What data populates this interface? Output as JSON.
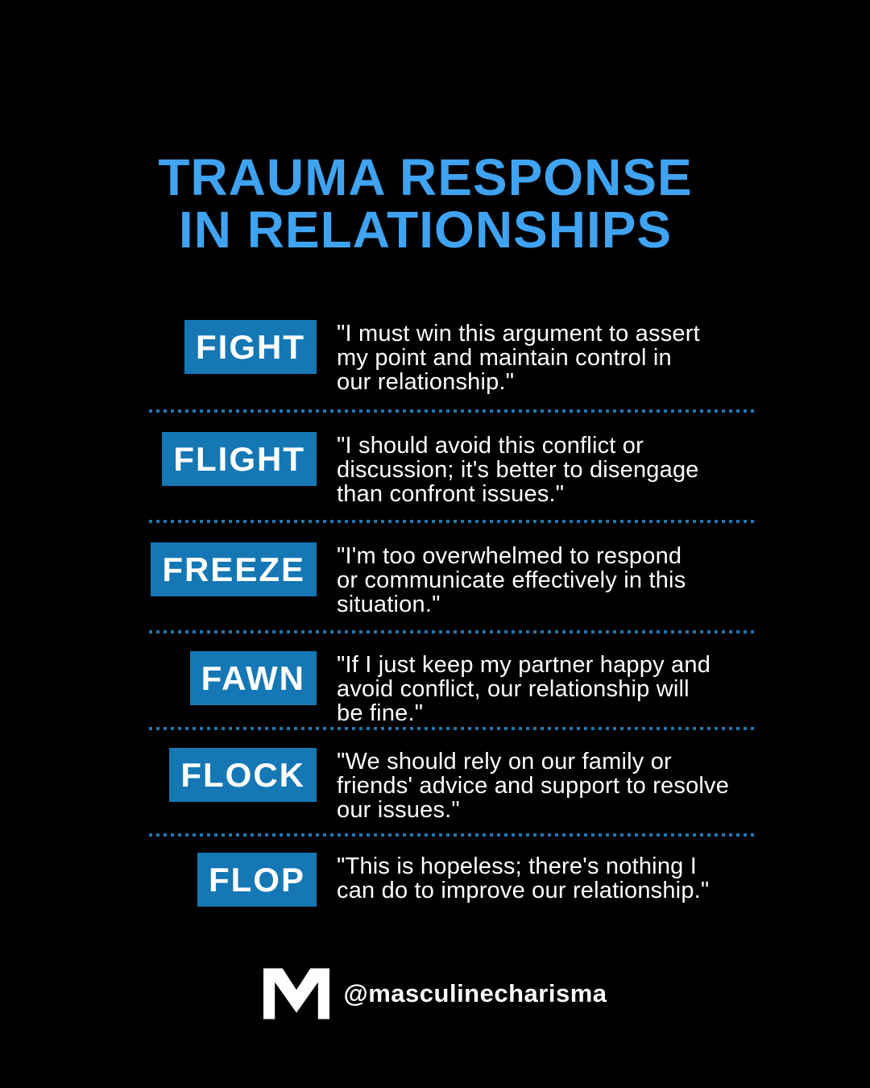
{
  "title": "TRAUMA RESPONSE\nIN RELATIONSHIPS",
  "rows": [
    {
      "label": "FIGHT",
      "quote": "\"I must win this argument to assert\nmy point and maintain control in\nour relationship.\""
    },
    {
      "label": "FLIGHT",
      "quote": "\"I should avoid this conflict or\ndiscussion; it's better to disengage\nthan confront issues.\""
    },
    {
      "label": "FREEZE",
      "quote": " \"I'm too overwhelmed to respond\nor communicate effectively in this\nsituation.\""
    },
    {
      "label": "FAWN",
      "quote": "\"If I just keep my partner happy and\navoid conflict, our relationship will\nbe fine.\""
    },
    {
      "label": "FLOCK",
      "quote": "\"We should rely on our family or\nfriends' advice and support to resolve\nour issues.\""
    },
    {
      "label": "FLOP",
      "quote": " \"This is hopeless; there's nothing I\ncan do to improve our relationship.\""
    }
  ],
  "footer": {
    "logo_letter": "M",
    "handle": "@masculinecharisma"
  },
  "colors": {
    "background": "#000000",
    "title_text": "#3fa3f1",
    "badge_background": "#1577b4",
    "badge_text": "#ffffff",
    "quote_text": "#ffffff",
    "separator_dots": "#2176ad",
    "footer_text": "#ffffff"
  }
}
